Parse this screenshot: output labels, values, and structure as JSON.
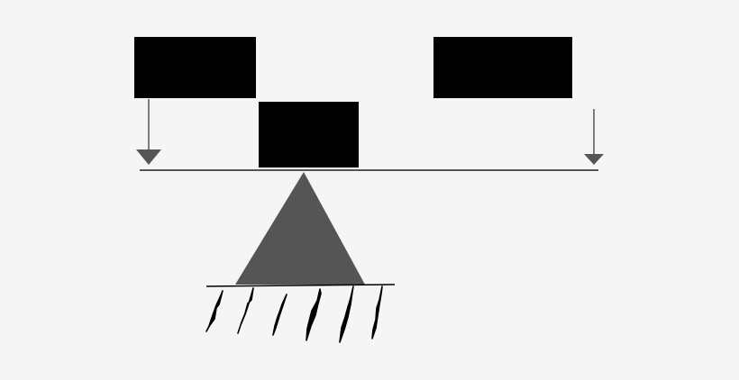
{
  "colors": {
    "background": "#f5f5f5",
    "block": "#000000",
    "beam": "#555555",
    "arrow": "#555555",
    "fulcrum": "#555555",
    "ground_line": "#000000",
    "hatch": "#000000"
  },
  "diagram": {
    "blocks": [
      {
        "name": "left-weight-block"
      },
      {
        "name": "right-weight-block"
      },
      {
        "name": "center-weight-block"
      }
    ],
    "arrows": [
      {
        "name": "left-load-arrow",
        "direction": "down"
      },
      {
        "name": "right-load-arrow",
        "direction": "down"
      }
    ],
    "beam": {
      "name": "lever-beam"
    },
    "fulcrum": {
      "name": "fulcrum-triangle"
    },
    "ground": {
      "name": "ground-line"
    },
    "hatches": [
      {
        "name": "ground-hatch"
      },
      {
        "name": "ground-hatch"
      },
      {
        "name": "ground-hatch"
      },
      {
        "name": "ground-hatch"
      },
      {
        "name": "ground-hatch"
      },
      {
        "name": "ground-hatch"
      }
    ]
  }
}
